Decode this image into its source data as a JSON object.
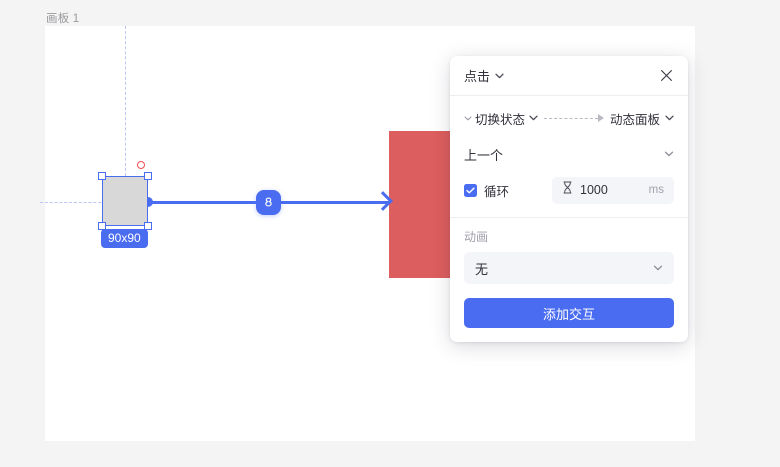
{
  "canvas": {
    "board_label": "画板 1",
    "selected_shape": {
      "size_badge": "90x90"
    },
    "colors": {
      "accent": "#4a6cf0",
      "shape_fill": "#d8d8d8",
      "dynamic_panel_fill": "#dd5e5e",
      "rotate_handle": "#f05252",
      "guide": "#bcc6f2"
    }
  },
  "popover": {
    "header": {
      "event_label": "点击",
      "event_chevron_icon": "chevron-down-icon",
      "close_icon": "close-icon"
    },
    "action": {
      "lead_chevron_icon": "chevron-down-icon",
      "name": "切换状态",
      "name_chevron_icon": "chevron-down-icon",
      "flow_icon": "dotted-arrow-icon",
      "target": "动态面板",
      "target_chevron_icon": "chevron-down-icon"
    },
    "state_select": {
      "value": "上一个",
      "chevron_icon": "chevron-down-icon"
    },
    "loop": {
      "checked": true,
      "checkbox_icon": "check-icon",
      "label": "循环",
      "duration_icon": "hourglass-icon",
      "duration_value": "1000",
      "duration_unit": "ms"
    },
    "animation": {
      "section_label": "动画",
      "value": "无",
      "chevron_icon": "chevron-down-icon"
    },
    "submit_label": "添加交互"
  }
}
